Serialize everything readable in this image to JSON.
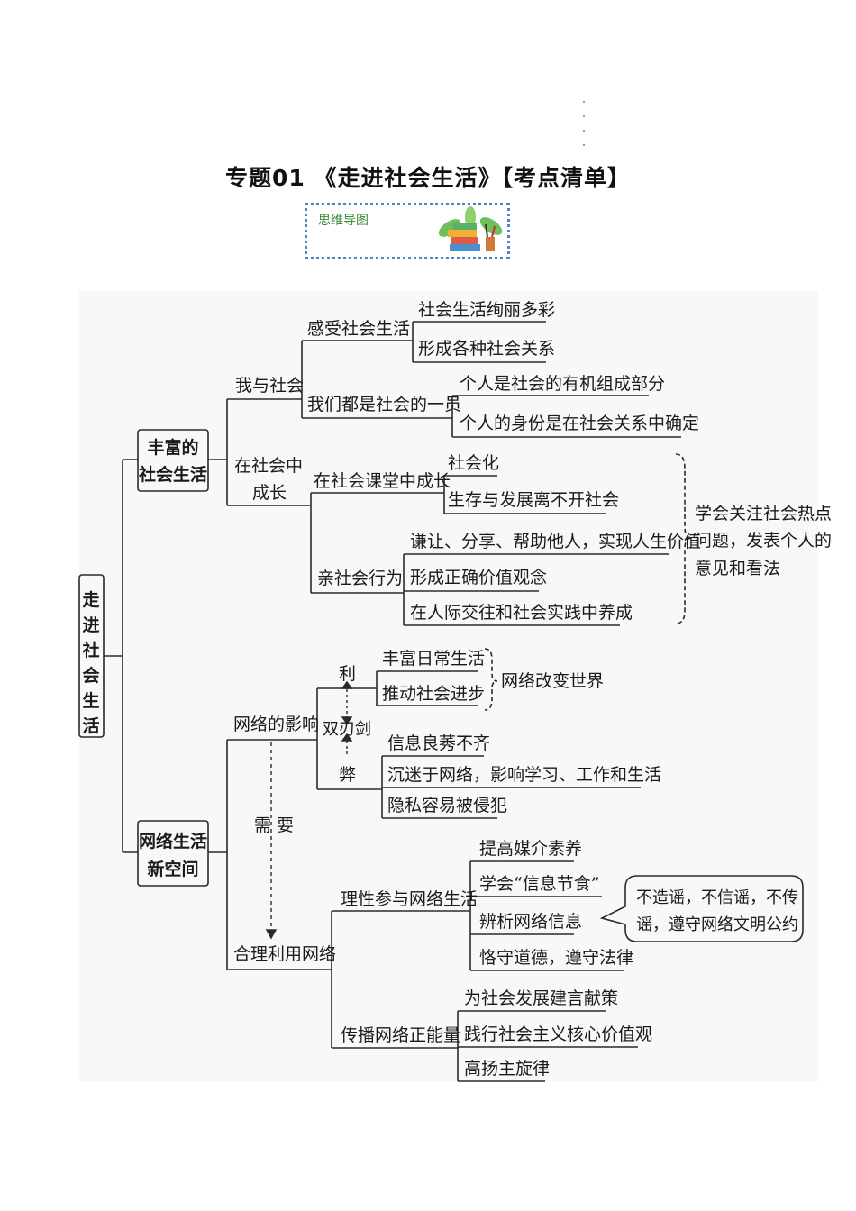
{
  "title": "专题01 《走进社会生活》【考点清单】",
  "badge_label": "思维导图",
  "root": "走进社会生活",
  "branch1": {
    "label_line1": "丰富的",
    "label_line2": "社会生活",
    "sub1": {
      "label": "我与社会",
      "a": {
        "label": "感受社会生活",
        "items": [
          "社会生活绚丽多彩",
          "形成各种社会关系"
        ]
      },
      "b": {
        "label": "我们都是社会的一员",
        "items": [
          "个人是社会的有机组成部分",
          "个人的身份是在社会关系中确定"
        ]
      }
    },
    "sub2": {
      "label_line1": "在社会中",
      "label_line2": "成长",
      "a": {
        "label": "在社会课堂中成长",
        "items": [
          "社会化",
          "生存与发展离不开社会"
        ]
      },
      "b": {
        "label": "亲社会行为",
        "items": [
          "谦让、分享、帮助他人，实现人生价值",
          "形成正确价值观念",
          "在人际交往和社会实践中养成"
        ]
      }
    },
    "note_lines": [
      "学会关注社会热点",
      "问题，发表个人的",
      "意见和看法"
    ]
  },
  "branch2": {
    "label_line1": "网络生活",
    "label_line2": "新空间",
    "sub1": {
      "label": "网络的影响",
      "li": {
        "label": "利",
        "items": [
          "丰富日常生活",
          "推动社会进步"
        ],
        "note": "网络改变世界"
      },
      "double": "双刃剑",
      "bi": {
        "label": "弊",
        "items": [
          "信息良莠不齐",
          "沉迷于网络，影响学习、工作和生活",
          "隐私容易被侵犯"
        ]
      }
    },
    "need": "需 要",
    "sub2": {
      "label": "合理利用网络",
      "a": {
        "label": "理性参与网络生活",
        "items": [
          "提高媒介素养",
          "学会“信息节食”",
          "辨析网络信息",
          "恪守道德，遵守法律"
        ]
      },
      "b": {
        "label": "传播网络正能量",
        "items": [
          "为社会发展建言献策",
          "践行社会主义核心价值观",
          "高扬主旋律"
        ]
      }
    },
    "callout_lines": [
      "不造谣，不信谣，不传",
      "谣，遵守网络文明公约"
    ]
  }
}
